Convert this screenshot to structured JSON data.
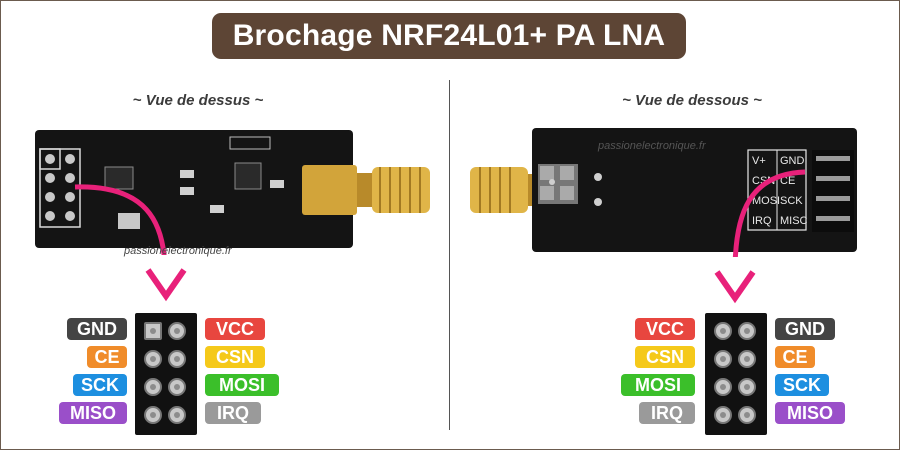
{
  "title": "Brochage NRF24L01+ PA LNA",
  "views": {
    "top": {
      "label": "~ Vue de dessus ~"
    },
    "bottom": {
      "label": "~ Vue de dessous ~"
    }
  },
  "watermark": "passionelectronique.fr",
  "silkscreen": [
    "V+",
    "GND",
    "CSN",
    "CE",
    "MOSI",
    "SCK",
    "IRQ",
    "MISC"
  ],
  "left_pinout": {
    "left_column": [
      {
        "label": "GND",
        "color": "#444444"
      },
      {
        "label": "CE",
        "color": "#f08c2a"
      },
      {
        "label": "SCK",
        "color": "#1d8fe0"
      },
      {
        "label": "MISO",
        "color": "#9a4fc9"
      }
    ],
    "right_column": [
      {
        "label": "VCC",
        "color": "#e8463f"
      },
      {
        "label": "CSN",
        "color": "#f5c91a"
      },
      {
        "label": "MOSI",
        "color": "#3bbf2a"
      },
      {
        "label": "IRQ",
        "color": "#9a9a9a"
      }
    ]
  },
  "right_pinout": {
    "left_column": [
      {
        "label": "VCC",
        "color": "#e8463f"
      },
      {
        "label": "CSN",
        "color": "#f5c91a"
      },
      {
        "label": "MOSI",
        "color": "#3bbf2a"
      },
      {
        "label": "IRQ",
        "color": "#9a9a9a"
      }
    ],
    "right_column": [
      {
        "label": "GND",
        "color": "#444444"
      },
      {
        "label": "CE",
        "color": "#f08c2a"
      },
      {
        "label": "SCK",
        "color": "#1d8fe0"
      },
      {
        "label": "MISO",
        "color": "#9a4fc9"
      }
    ]
  },
  "colors": {
    "title_bg": "#5d4535",
    "arrow": "#e8217a",
    "pcb": "#141414",
    "antenna_gold": "#d2a43a"
  }
}
